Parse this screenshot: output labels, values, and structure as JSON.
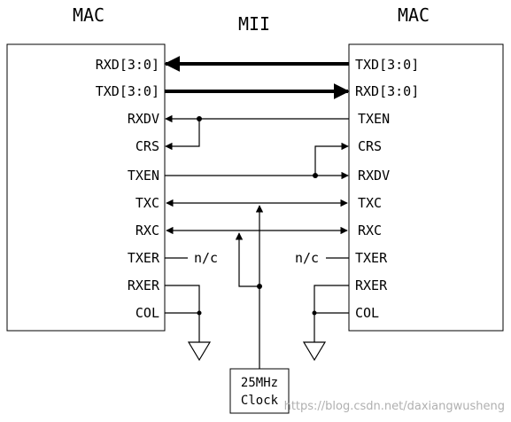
{
  "diagram": {
    "title": "MII",
    "left_block": {
      "title": "MAC",
      "pins": [
        "RXD[3:0]",
        "TXD[3:0]",
        "RXDV",
        "CRS",
        "TXEN",
        "TXC",
        "RXC",
        "TXER",
        "RXER",
        "COL"
      ]
    },
    "right_block": {
      "title": "MAC",
      "pins": [
        "TXD[3:0]",
        "RXD[3:0]",
        "TXEN",
        "CRS",
        "RXDV",
        "TXC",
        "RXC",
        "TXER",
        "RXER",
        "COL"
      ]
    },
    "left_nc": "n/c",
    "right_nc": "n/c",
    "clock_label_line1": "25MHz",
    "clock_label_line2": "Clock",
    "watermark": "https://blog.csdn.net/daxiangwusheng"
  }
}
